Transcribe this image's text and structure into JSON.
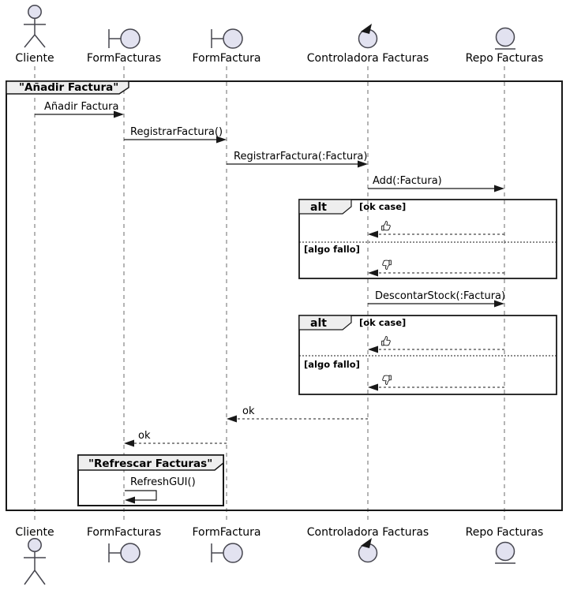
{
  "diagram": {
    "kind": "uml-sequence-diagram",
    "frames": {
      "main_title": "\"Añadir Factura\"",
      "inner_title": "\"Refrescar Facturas\""
    },
    "participants": [
      {
        "name": "Cliente",
        "kind": "actor"
      },
      {
        "name": "FormFacturas",
        "kind": "boundary"
      },
      {
        "name": "FormFactura",
        "kind": "boundary"
      },
      {
        "name": "Controladora Facturas",
        "kind": "control"
      },
      {
        "name": "Repo Facturas",
        "kind": "entity"
      }
    ],
    "messages": {
      "anadir_factura": "Añadir Factura",
      "registrar_factura": "RegistrarFactura()",
      "registrar_factura_param": "RegistrarFactura(:Factura)",
      "add_factura": "Add(:Factura)",
      "descontar_stock": "DescontarStock(:Factura)",
      "ok_return_1": "ok",
      "ok_return_2": "ok",
      "refresh_gui": "RefreshGUI()"
    },
    "alt_fragment": {
      "operator": "alt",
      "guard_ok": "[ok case]",
      "guard_fail": "[algo fallo]",
      "ok_icon": "thumbs-up",
      "fail_icon": "thumbs-down"
    },
    "colors": {
      "participant_fill": "#E2E2F0",
      "frame_label_fill": "#EEEEEE",
      "line": "#181818",
      "background": "#FFFFFF"
    }
  }
}
